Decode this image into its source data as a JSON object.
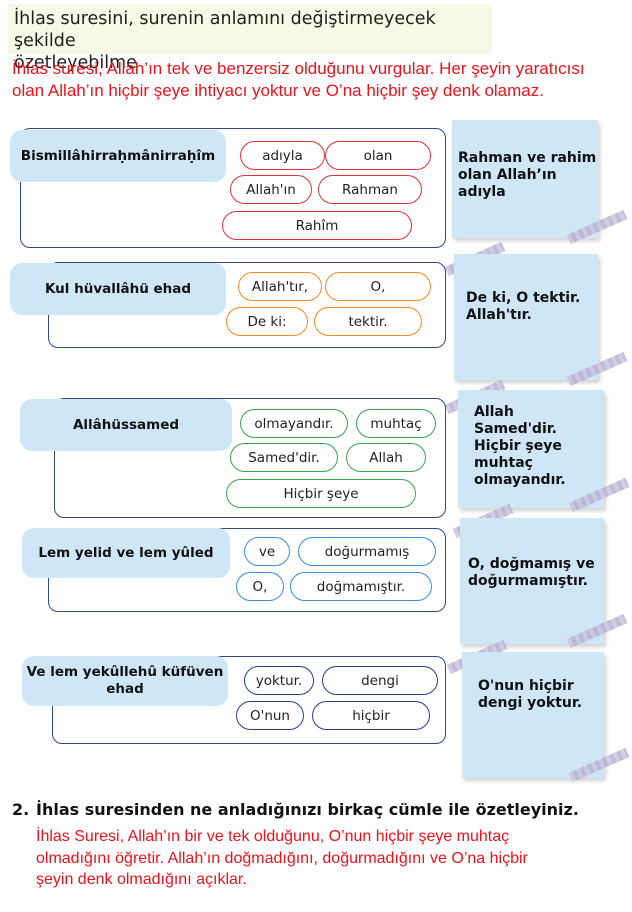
{
  "header": {
    "title_line1": "İhlas suresini, surenin anlamını değiştirmeyecek şekilde",
    "title_line2": "özetleyebilme"
  },
  "intro": {
    "line1": "İhlas suresi, Allah’ın tek ve benzersiz olduğunu vurgular. Her şeyin yaratıcısı",
    "line2": "olan Allah’ın hiçbir şeye ihtiyacı yoktur ve O’na hiçbir şey denk olamaz."
  },
  "rows": [
    {
      "verse": "Bismillâhirraḥmânirraḥîm",
      "words": [
        "adıyla",
        "olan",
        "Allah'ın",
        "Rahman",
        "Rahîm"
      ],
      "answer": [
        "Rahman ve rahim",
        "olan Allah’ın adıyla"
      ]
    },
    {
      "verse": "Kul hüvallâhü ehad",
      "words": [
        "Allah'tır,",
        "O,",
        "De ki:",
        "tektir."
      ],
      "answer": [
        "De ki, O tektir.",
        "Allah'tır."
      ]
    },
    {
      "verse": "Allâhüssamed",
      "words": [
        "olmayandır.",
        "muhtaç",
        "Samed'dir.",
        "Allah",
        "Hiçbir şeye"
      ],
      "answer": [
        "Allah",
        "Samed'dir.",
        "Hiçbir şeye",
        "muhtaç",
        "olmayandır."
      ]
    },
    {
      "verse": "Lem yelid ve lem yûled",
      "words": [
        "ve",
        "doğurmamış",
        "O,",
        "doğmamıştır."
      ],
      "answer": [
        "O, doğmamış ve",
        "doğurmamıştır."
      ]
    },
    {
      "verse_line1": "Ve lem yekûllehû küfüven",
      "verse_line2": "ehad",
      "words": [
        "yoktur.",
        "dengi",
        "O'nun",
        "hiçbir"
      ],
      "answer": [
        "O'nun hiçbir",
        "dengi yoktur."
      ]
    }
  ],
  "question2": {
    "number": "2.",
    "text": "İhlas suresinden ne anladığınızı birkaç cümle ile özetleyiniz.",
    "answer_line1": "İhlas Suresi, Allah’ın bir ve tek olduğunu, O’nun hiçbir şeye muhtaç",
    "answer_line2": "olmadığını öğretir. Allah’ın doğmadığını, doğurmadığını ve O’na hiçbir",
    "answer_line3": "şeyin denk olmadığını açıklar."
  },
  "colors": {
    "answer_red": "#e8141c",
    "frame_navy": "#2d4a8a",
    "tag_blue": "#cfe6f7",
    "pill_red": "#e0343c",
    "pill_orange": "#ef8a26",
    "pill_green": "#3aa64a",
    "pill_blue": "#3b8fd6",
    "pill_navy": "#2d3e8e"
  }
}
